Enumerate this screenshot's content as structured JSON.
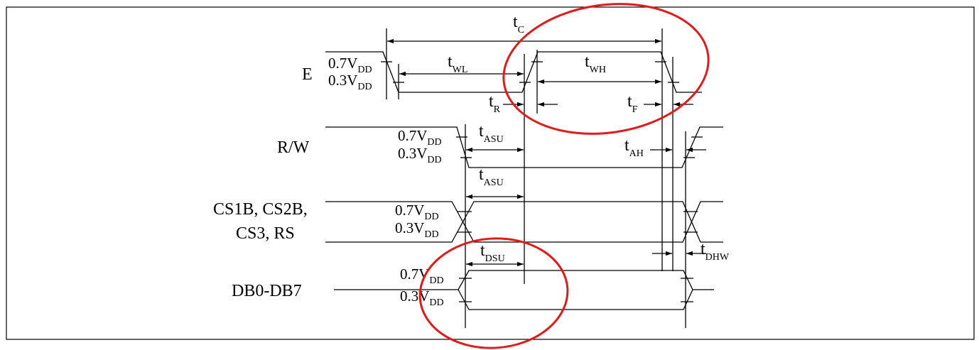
{
  "signals": {
    "e": "E",
    "rw": "R/W",
    "cs_line1": "CS1B, CS2B,",
    "cs_line2": "CS3, RS",
    "db": "DB0-DB7"
  },
  "levels": {
    "high": "0.7V",
    "low": "0.3V",
    "sub": "DD"
  },
  "timings": {
    "tc": {
      "main": "t",
      "sub": "C"
    },
    "twl": {
      "main": "t",
      "sub": "WL"
    },
    "twh": {
      "main": "t",
      "sub": "WH"
    },
    "tr": {
      "main": "t",
      "sub": "R"
    },
    "tf": {
      "main": "t",
      "sub": "F"
    },
    "tasu1": {
      "main": "t",
      "sub": "ASU"
    },
    "tasu2": {
      "main": "t",
      "sub": "ASU"
    },
    "tah": {
      "main": "t",
      "sub": "AH"
    },
    "tdsu": {
      "main": "t",
      "sub": "DSU"
    },
    "tdhw": {
      "main": "t",
      "sub": "DHW"
    }
  },
  "annotation_color": "#e01b1b"
}
